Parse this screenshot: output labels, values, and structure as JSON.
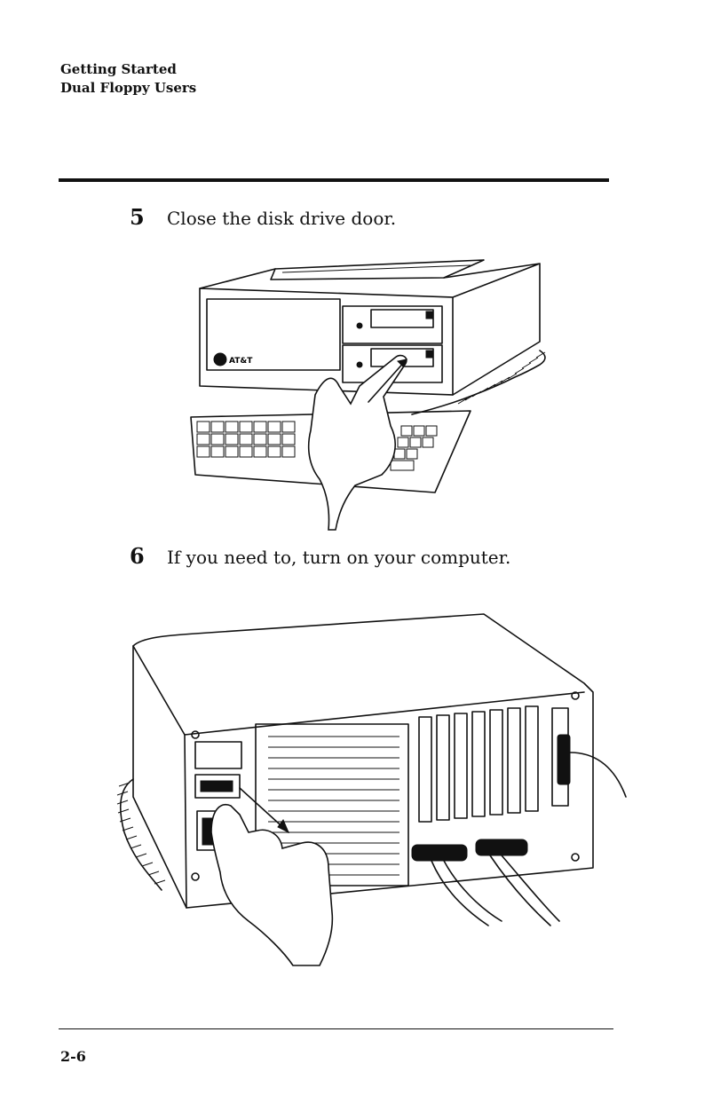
{
  "header": {
    "line1": "Getting Started",
    "line2": "Dual Floppy Users"
  },
  "steps": [
    {
      "number": "5",
      "text": "Close the disk drive door."
    },
    {
      "number": "6",
      "text": "If you need to, turn on your computer."
    }
  ],
  "figure1": {
    "logo_text": "AT&T"
  },
  "footer": {
    "page_number": "2-6"
  }
}
